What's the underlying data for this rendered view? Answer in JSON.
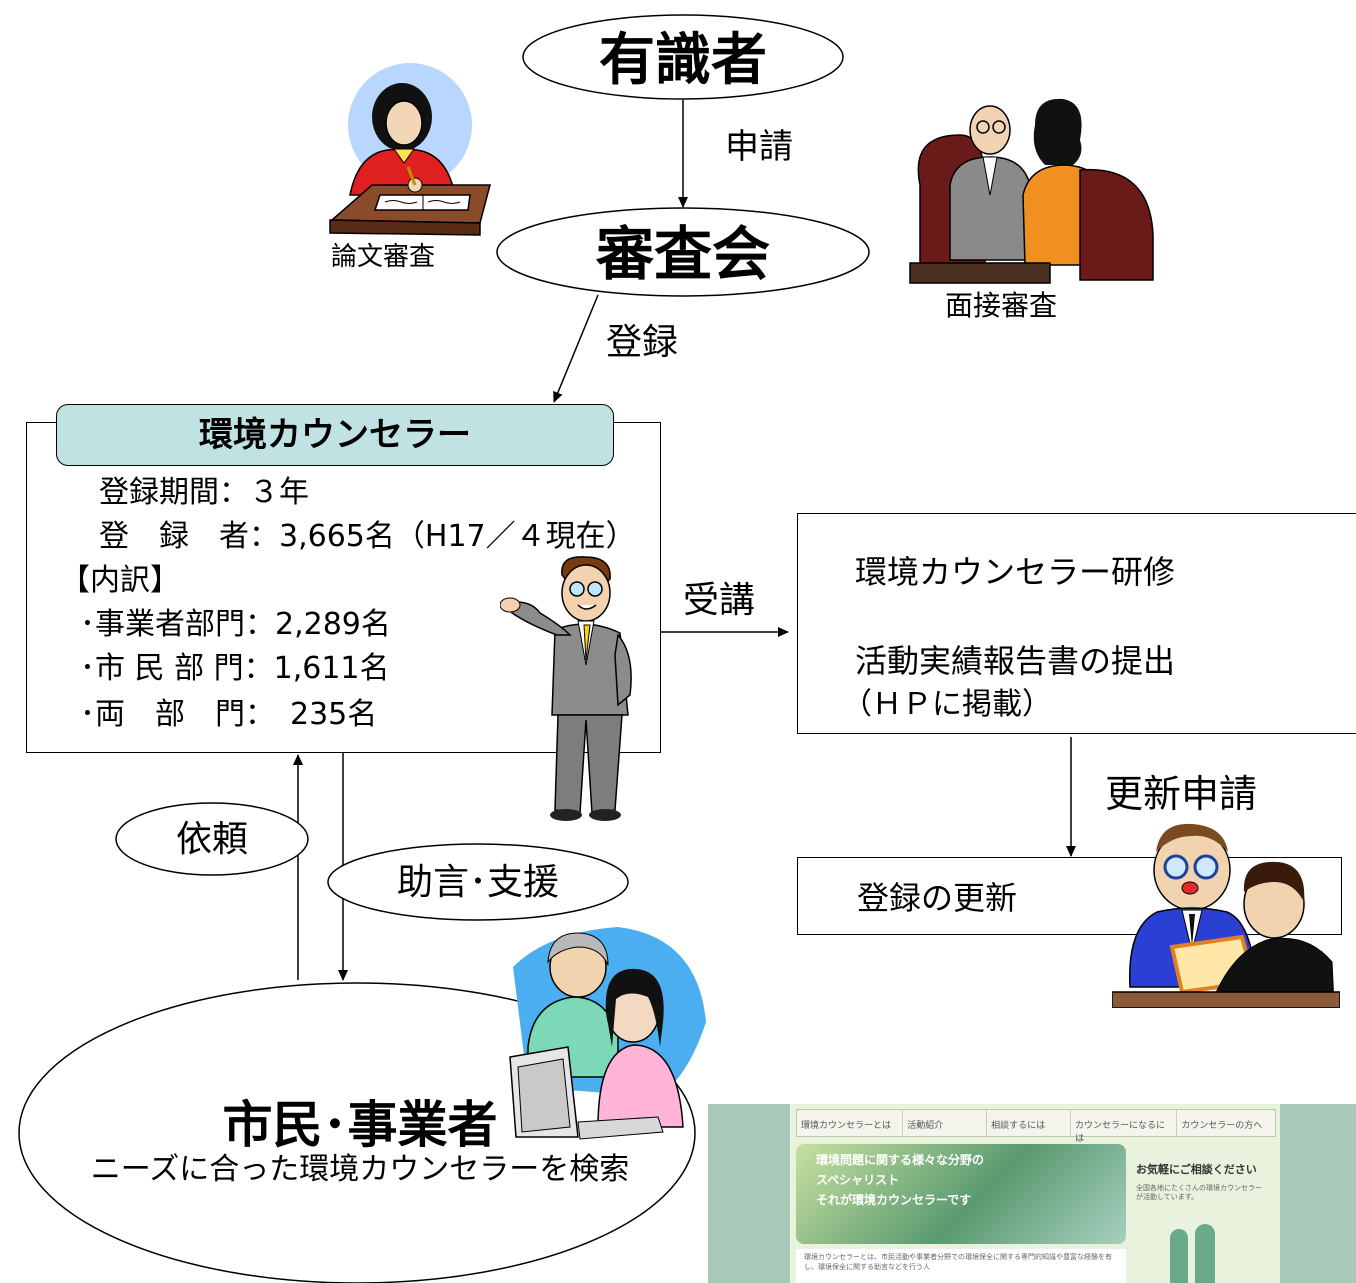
{
  "nodes": {
    "expert": "有識者",
    "council": "審査会",
    "citizens": "市民･事業者",
    "citizens_sub": "ニーズに合った環境カウンセラーを検索",
    "request": "依頼",
    "advice": "助言･支援"
  },
  "edges": {
    "apply": "申請",
    "register": "登録",
    "attend": "受講",
    "renew_apply": "更新申請"
  },
  "clipart_labels": {
    "paper_review": "論文審査",
    "interview": "面接審査"
  },
  "counselor_box": {
    "title": "環境カウンセラー",
    "period": "登録期間：３年",
    "registrants": "登　録　者：3,665名（H17／４現在）",
    "breakdown_header": "【内訳】",
    "breakdown": [
      "･事業者部門：2,289名",
      "･市 民 部 門：1,611名",
      "･両　部　門：　235名"
    ]
  },
  "training_box": {
    "line1": "環境カウンセラー研修",
    "line2": "活動実績報告書の提出",
    "line3": "（ＨＰに掲載）"
  },
  "renewal_box": {
    "label": "登録の更新"
  },
  "website": {
    "nav": [
      "環境カウンセラーとは",
      "活動紹介",
      "相談するには",
      "カウンセラーになるには",
      "カウンセラーの方へ"
    ],
    "headline": [
      "環境問題に関する様々な分野の",
      "スペシャリスト",
      "それが環境カウンセラーです"
    ],
    "side_title": "お気軽にご相談ください",
    "side_text": "全国各地にたくさんの環境カウンセラーが活動しています。",
    "footer_text": "環境カウンセラーとは、市民活動や事業者分野での環境保全に関する専門的知識や豊富な経験を有し、環境保全に関する助言などを行う人"
  }
}
